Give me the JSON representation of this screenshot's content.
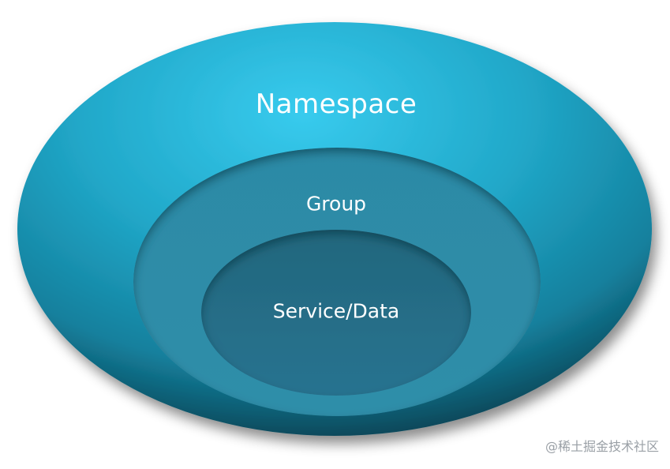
{
  "diagram": {
    "layers": [
      {
        "label": "Namespace"
      },
      {
        "label": "Group"
      },
      {
        "label": "Service/Data"
      }
    ],
    "colors": {
      "outer_light": "#36c6ea",
      "outer_mid": "#1e9fc0",
      "outer_dark": "#0f5a70",
      "middle": "#2e8aa5",
      "inner": "#256f86",
      "text": "#ffffff"
    }
  },
  "watermark": {
    "text": "@稀土掘金技术社区"
  }
}
